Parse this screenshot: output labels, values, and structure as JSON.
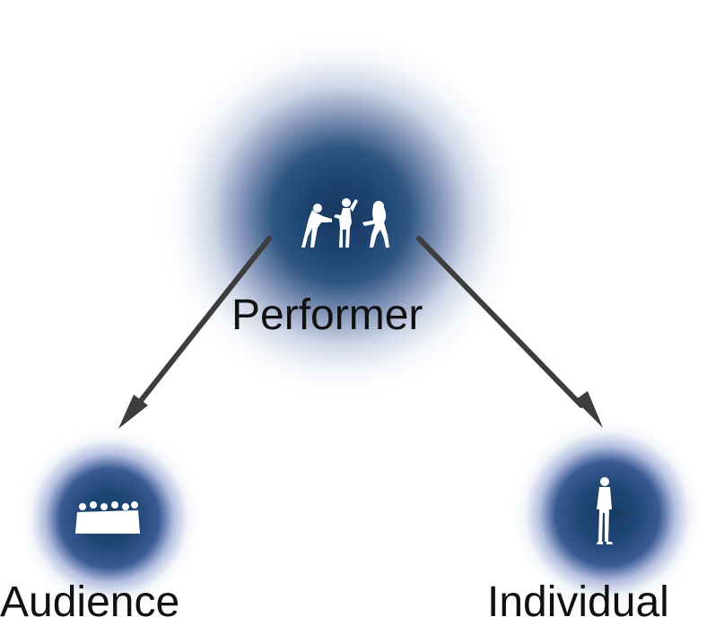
{
  "nodes": {
    "performer": {
      "label": "Performer",
      "icon": "performers-silhouette-icon"
    },
    "audience": {
      "label": "Audience",
      "icon": "audience-silhouette-icon"
    },
    "individual": {
      "label": "Individual",
      "icon": "person-silhouette-icon"
    }
  },
  "edges": [
    {
      "from": "Performer",
      "to": "Audience"
    },
    {
      "from": "Performer",
      "to": "Individual"
    }
  ],
  "colors": {
    "glow": "#1d4370",
    "arrow": "#3d3d3d",
    "label": "#111111",
    "icon": "#ffffff"
  }
}
